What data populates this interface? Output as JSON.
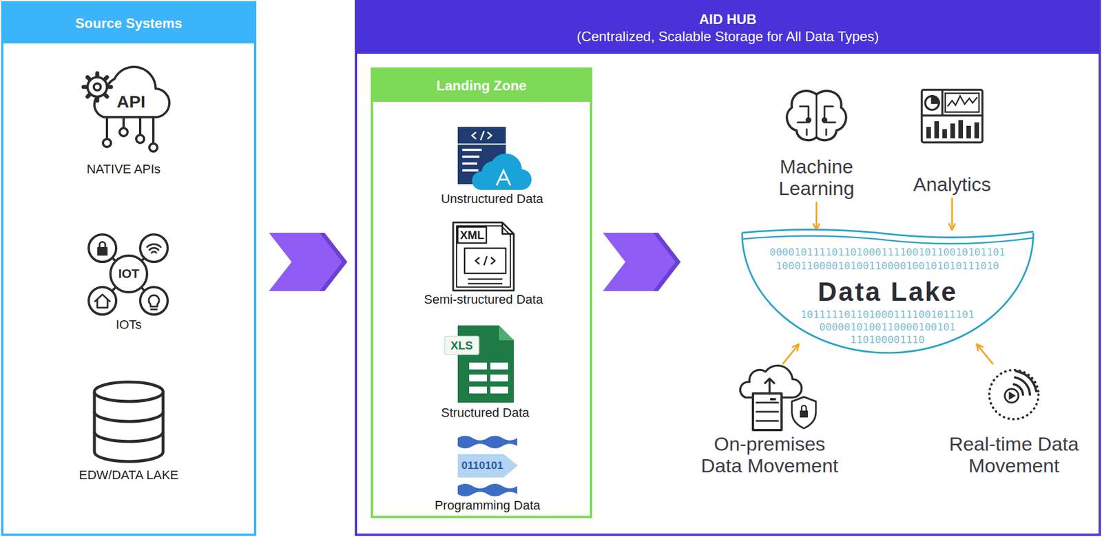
{
  "diagram": {
    "nodes": [
      {
        "text": [
          "Source Systems"
        ]
      },
      {
        "text": [
          "AID HUB",
          "(Centralized, Scalable Storage for All Data Types)"
        ]
      },
      {
        "text": [
          "Landing Zone"
        ],
        "in": 1
      },
      {
        "text": [
          "Machine Learning"
        ],
        "in": 1
      },
      {
        "text": [
          "Analytics"
        ],
        "in": 1
      },
      {
        "text": [
          "Data Lake"
        ],
        "in": 1
      },
      {
        "text": [
          "On-premises Data Movement"
        ],
        "in": 1
      },
      {
        "text": [
          "Real-time Data Movement"
        ],
        "in": 1
      }
    ],
    "edges": [
      {
        "from": 0,
        "to": 1,
        "arrow": "to"
      },
      {
        "from": 2,
        "to": 5,
        "arrow": "to"
      },
      {
        "from": 3,
        "to": 5,
        "arrow": "to"
      },
      {
        "from": 4,
        "to": 5,
        "arrow": "to"
      },
      {
        "from": 6,
        "to": 5,
        "arrow": "to"
      },
      {
        "from": 7,
        "to": 5,
        "arrow": "to"
      }
    ],
    "labels": [
      "API",
      "NATIVE APIs",
      "IOT",
      "IOTs",
      "EDW/DATA LAKE",
      "Unstructured Data",
      "XML",
      "Semi-structured Data",
      "XLS",
      "Structured Data",
      "0110101",
      "Programming Data",
      "00001011110110100011110010110010101101",
      "100011000010100110000100101010111010",
      "1011111011010001111001011101",
      "0000010100110000100101",
      "110100001110"
    ]
  }
}
